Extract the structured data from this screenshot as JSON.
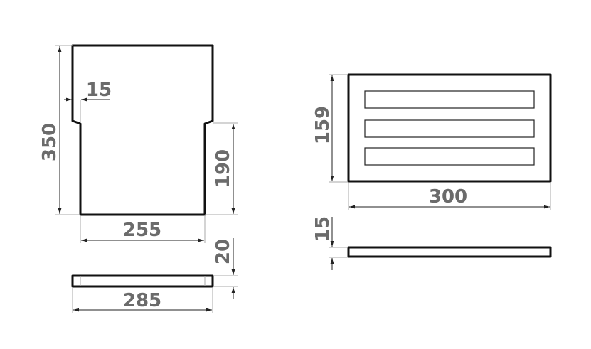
{
  "drawing": {
    "front_view": {
      "height_label": "350",
      "step_label": "15",
      "lower_height_label": "190",
      "lower_width_label": "255"
    },
    "front_plate": {
      "thickness_label": "20",
      "width_label": "285"
    },
    "top_view": {
      "height_label": "159",
      "width_label": "300",
      "slot_count": 3
    },
    "side_plate": {
      "thickness_label": "15"
    }
  }
}
